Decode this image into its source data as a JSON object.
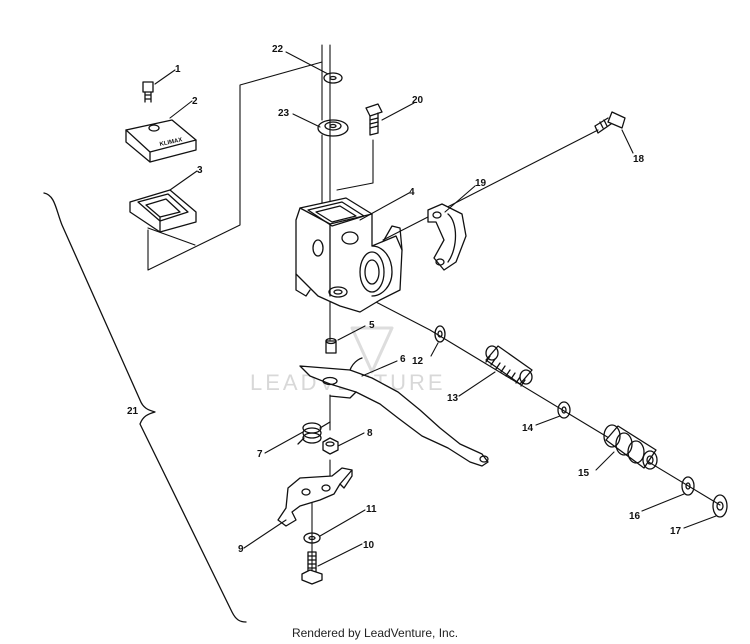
{
  "diagram": {
    "callouts": [
      "1",
      "2",
      "3",
      "4",
      "5",
      "6",
      "7",
      "8",
      "9",
      "10",
      "11",
      "12",
      "13",
      "14",
      "15",
      "16",
      "17",
      "18",
      "19",
      "20",
      "21",
      "22",
      "23"
    ],
    "part_logo_text": "KLIMAX",
    "watermark": "LEADVENTURE",
    "footer": "Rendered by LeadVenture, Inc."
  }
}
